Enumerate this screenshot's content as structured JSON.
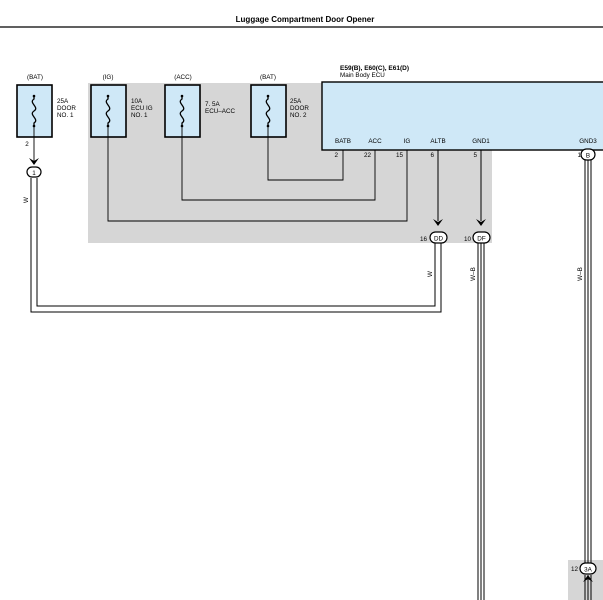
{
  "title": "Luggage Compartment Door Opener",
  "colors": {
    "ecu_fill": "#cfe8f7",
    "fuse_fill": "#cfe8f7",
    "gray_area": "#d6d6d6",
    "line": "#000000"
  },
  "fuses": [
    {
      "source": "(BAT)",
      "rating": "25A",
      "name_lines": [
        "DOOR",
        "NO. 1"
      ],
      "pin": "2"
    },
    {
      "source": "(IG)",
      "rating": "10A",
      "name_lines": [
        "ECU IG",
        "NO. 1"
      ]
    },
    {
      "source": "(ACC)",
      "rating": "7. 5A",
      "name_lines": [
        "ECU–ACC"
      ]
    },
    {
      "source": "(BAT)",
      "rating": "25A",
      "name_lines": [
        "DOOR",
        "NO. 2"
      ]
    }
  ],
  "ecu": {
    "connectors": "E59(B), E60(C), E61(D)",
    "name": "Main Body ECU",
    "terminals": [
      {
        "label": "BATB",
        "pin": "2"
      },
      {
        "label": "ACC",
        "pin": "22"
      },
      {
        "label": "IG",
        "pin": "15"
      },
      {
        "label": "ALTB",
        "pin": "6"
      },
      {
        "label": "GND1",
        "pin": "5"
      },
      {
        "label": "GND3",
        "pin": "1"
      }
    ]
  },
  "junctions": [
    {
      "pin": "",
      "id": "1"
    },
    {
      "pin": "16",
      "id": "DD"
    },
    {
      "pin": "10",
      "id": "DF"
    },
    {
      "pin": "1",
      "id": "B"
    },
    {
      "pin": "12",
      "id": "3A"
    }
  ],
  "wire_colors": {
    "bat_wire": "W",
    "altb_wire": "W",
    "gnd1_wire": "W–B",
    "gnd3_wire": "W–B"
  }
}
